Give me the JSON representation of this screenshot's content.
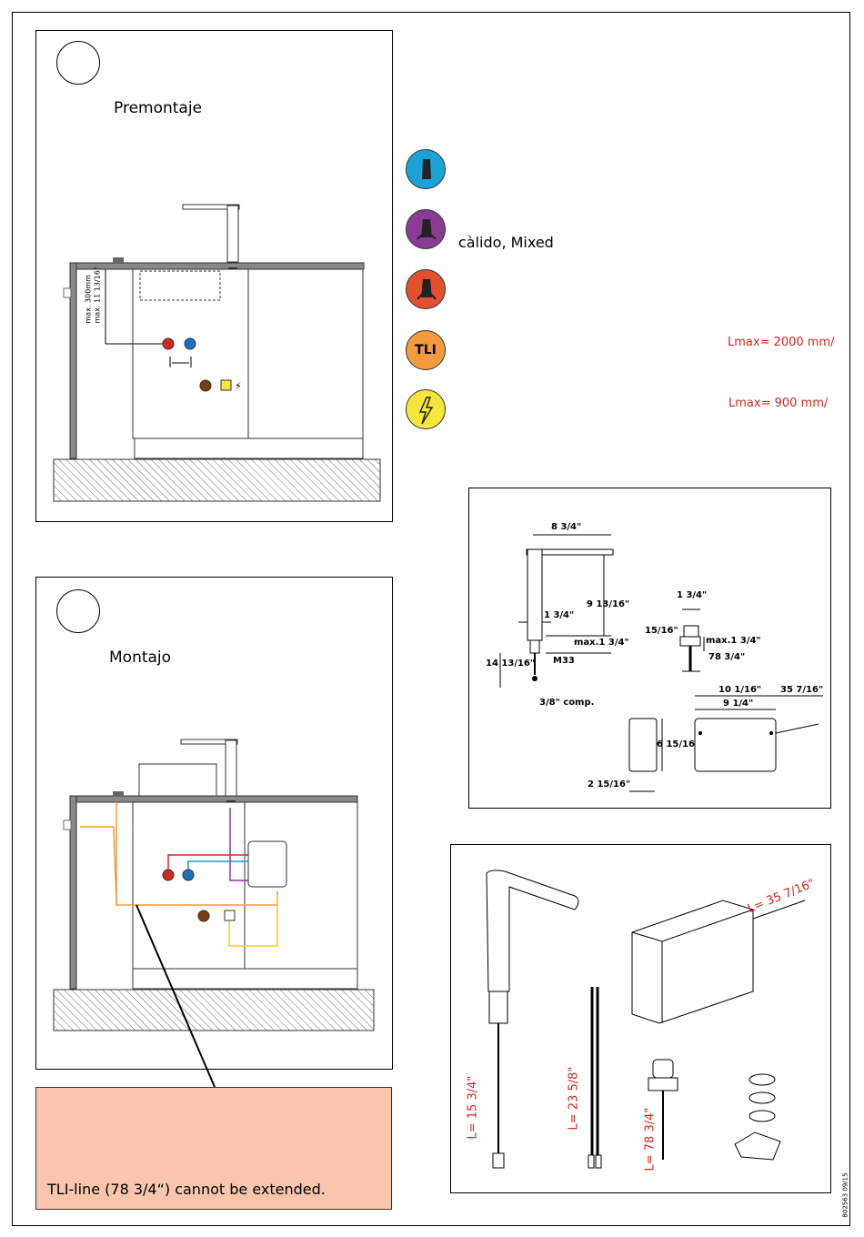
{
  "premount": {
    "title": "Premontaje",
    "dim_top": "max. 300mm",
    "dim_bottom": "max. 11 13/16\""
  },
  "mount": {
    "title": "Montajo"
  },
  "legend": {
    "items": [
      {
        "icon": "cold-water-icon",
        "color": "#1ba3d8",
        "text": ""
      },
      {
        "icon": "mixed-water-icon",
        "color": "#8a3c93",
        "text": "càlido, Mixed"
      },
      {
        "icon": "hot-water-icon",
        "color": "#e2502f",
        "text": ""
      },
      {
        "icon": "tli-icon",
        "color": "#f29a3d",
        "text": "",
        "badge": "TLI",
        "lmax": "Lmax= 2000 mm/"
      },
      {
        "icon": "power-icon",
        "color": "#f5e63a",
        "text": "",
        "lmax": "Lmax= 900 mm/"
      }
    ]
  },
  "dimensions": {
    "d1": "8 3/4\"",
    "d2": "9 13/16\"",
    "d3": "1 3/4\"",
    "d4": "max.1 3/4\"",
    "d5": "M33",
    "d6": "14 13/16\"",
    "d7": "3/8\" comp.",
    "d8": "1 3/4\"",
    "d9": "15/16\"",
    "d10": "max.1 3/4\"",
    "d11": "78 3/4\"",
    "d12": "10 1/16\"",
    "d13": "35 7/16\"",
    "d14": "9 1/4\"",
    "d15": "6 15/16",
    "d16": "2 15/16\""
  },
  "parts": {
    "l1": "L= 15 3/4\"",
    "l2": "L= 23 5/8\"",
    "l3": "L= 78 3/4\"",
    "l4": "L= 35 7/16\""
  },
  "note": {
    "text": "TLI-line (78 3/4“) cannot be extended.",
    "bg": "#f9c6ad"
  },
  "doc_code": "802563 09/15"
}
